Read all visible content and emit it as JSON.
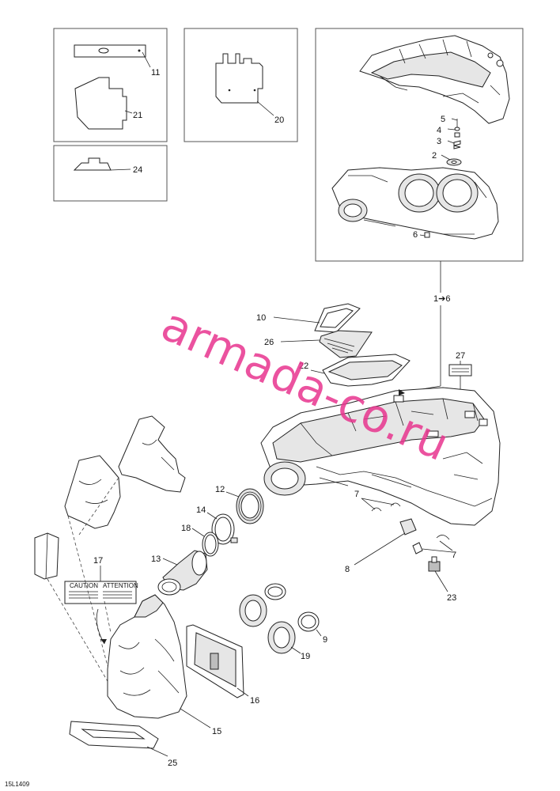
{
  "diagram": {
    "code": "15L1409",
    "watermark": "armada-co.ru",
    "watermark_color": "#e8358f",
    "callouts": {
      "c1": "11",
      "c2": "21",
      "c3": "20",
      "c4": "24",
      "c5": "5",
      "c6": "4",
      "c7": "3",
      "c8": "2",
      "c9": "6",
      "c10": "1➔6",
      "c11": "10",
      "c12": "26",
      "c13": "22",
      "c14": "27",
      "c15": "12",
      "c16": "14",
      "c17": "18",
      "c18": "13",
      "c19": "17",
      "c20": "7",
      "c21": "8",
      "c22": "7",
      "c23": "23",
      "c24": "9",
      "c25": "19",
      "c26": "16",
      "c27": "15",
      "c28": "25"
    },
    "labels": {
      "caution": "CAUTION",
      "attention": "ATTENTION"
    }
  }
}
